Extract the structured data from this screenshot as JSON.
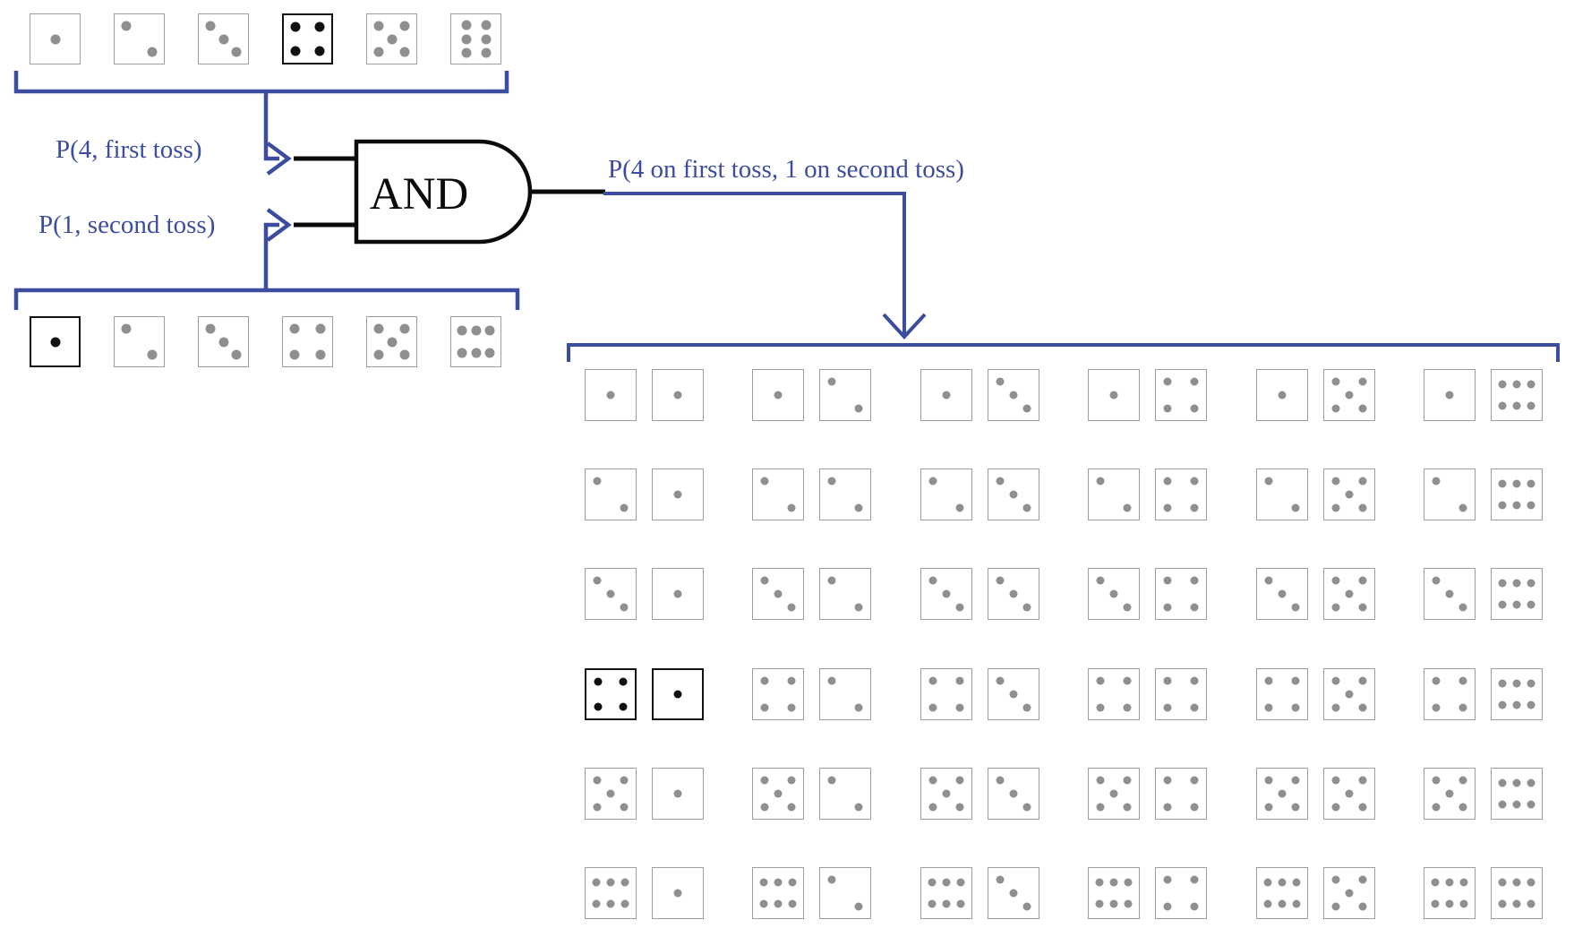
{
  "colors": {
    "accent_blue": "#3C4DA0",
    "die_border_gray": "#9E9E9E",
    "pip_gray": "#8F8F8F",
    "highlight_black": "#111111",
    "gate_black": "#0B0B0B"
  },
  "labels": {
    "first_toss": "P(4, first toss)",
    "second_toss": "P(1, second toss)",
    "gate": "AND",
    "output": "P(4 on first toss, 1 on second toss)"
  },
  "first_toss_row": {
    "dice": [
      1,
      2,
      3,
      4,
      5,
      6
    ],
    "highlighted_value": 4
  },
  "second_toss_row": {
    "dice": [
      1,
      2,
      3,
      4,
      5,
      6
    ],
    "highlighted_value": 1
  },
  "outcome_grid": {
    "pairs": [
      [
        [
          1,
          1
        ],
        [
          1,
          2
        ],
        [
          1,
          3
        ],
        [
          1,
          4
        ],
        [
          1,
          5
        ],
        [
          1,
          6
        ]
      ],
      [
        [
          2,
          1
        ],
        [
          2,
          2
        ],
        [
          2,
          3
        ],
        [
          2,
          4
        ],
        [
          2,
          5
        ],
        [
          2,
          6
        ]
      ],
      [
        [
          3,
          1
        ],
        [
          3,
          2
        ],
        [
          3,
          3
        ],
        [
          3,
          4
        ],
        [
          3,
          5
        ],
        [
          3,
          6
        ]
      ],
      [
        [
          4,
          1
        ],
        [
          4,
          2
        ],
        [
          4,
          3
        ],
        [
          4,
          4
        ],
        [
          4,
          5
        ],
        [
          4,
          6
        ]
      ],
      [
        [
          5,
          1
        ],
        [
          5,
          2
        ],
        [
          5,
          3
        ],
        [
          5,
          4
        ],
        [
          5,
          5
        ],
        [
          5,
          6
        ]
      ],
      [
        [
          6,
          1
        ],
        [
          6,
          2
        ],
        [
          6,
          3
        ],
        [
          6,
          4
        ],
        [
          6,
          5
        ],
        [
          6,
          6
        ]
      ]
    ],
    "highlighted_pair": {
      "first": 4,
      "second": 1
    }
  }
}
